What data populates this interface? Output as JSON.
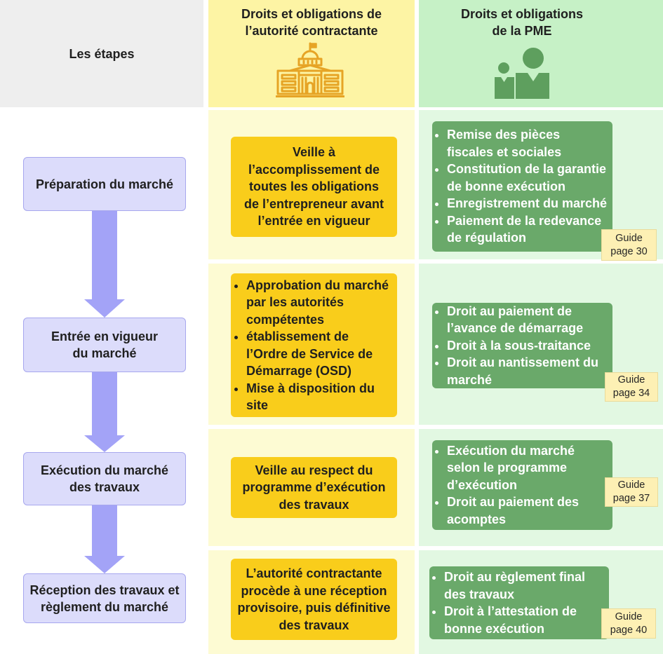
{
  "header": {
    "steps_title": "Les étapes",
    "authority_title": "Droits et obligations de\nl’autorité contractante",
    "pme_title": "Droits et obligations\nde la PME",
    "authority_icon": "government-building-icon",
    "pme_icon": "people-icon"
  },
  "stages": [
    {
      "step": "Préparation du marché",
      "authority": {
        "text": "Veille à\nl’accomplissement de\ntoutes les obligations\nde l’entrepreneur avant\nl’entrée en vigueur"
      },
      "pme": {
        "items": [
          "Remise des pièces\nfiscales et sociales",
          "Constitution de la garantie\nde bonne exécution",
          "Enregistrement du marché",
          "Paiement de la redevance\nde régulation"
        ]
      },
      "guide": {
        "label": "Guide",
        "page": "page 30"
      }
    },
    {
      "step": "Entrée en vigueur\ndu marché",
      "authority": {
        "items": [
          "Approbation du marché\npar les autorités\ncompétentes",
          "établissement de\nl’Ordre de Service de\nDémarrage (OSD)",
          "Mise à disposition du\nsite"
        ]
      },
      "pme": {
        "items": [
          "Droit au paiement de\nl’avance de démarrage",
          "Droit à la sous-traitance",
          "Droit au nantissement du\nmarché"
        ]
      },
      "guide": {
        "label": "Guide",
        "page": "page 34"
      }
    },
    {
      "step": "Exécution du marché\ndes travaux",
      "authority": {
        "text": "Veille au respect du\nprogramme d’exécution\ndes travaux"
      },
      "pme": {
        "items": [
          "Exécution du marché\nselon le programme\nd’exécution",
          "Droit au paiement des\nacomptes"
        ]
      },
      "guide": {
        "label": "Guide",
        "page": "page 37"
      }
    },
    {
      "step": "Réception des travaux et\nrèglement du marché",
      "authority": {
        "text": "L’autorité contractante\nprocède à une réception\nprovisoire, puis définitive\ndes travaux"
      },
      "pme": {
        "items": [
          "Droit au règlement final\ndes travaux",
          "Droit à l’attestation de\nbonne exécution"
        ]
      },
      "guide": {
        "label": "Guide",
        "page": "page 40"
      }
    }
  ],
  "colors": {
    "steps_header_bg": "#eeeeee",
    "authority_header_bg": "#fdf4a4",
    "pme_header_bg": "#c6f1c6",
    "authority_panel_bg": "#fdfbd3",
    "pme_panel_bg": "#e2f8e2",
    "step_box_bg": "#dcdcfb",
    "step_box_border": "#a7a7ee",
    "arrow": "#a3a3f7",
    "authority_box": "#f9cd1b",
    "pme_box": "#6aa96a",
    "guide_tag_bg": "#fdf0b4",
    "authority_icon": "#e6a425",
    "pme_icon": "#5e9f5e",
    "text_dark": "#1f1f1f"
  }
}
